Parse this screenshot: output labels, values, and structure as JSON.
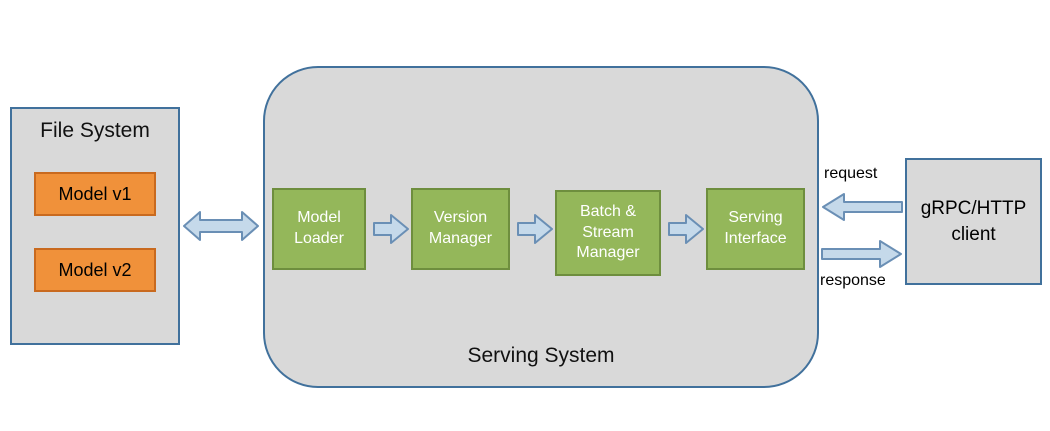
{
  "diagram": {
    "file_system": {
      "title": "File System",
      "models": [
        {
          "label": "Model v1"
        },
        {
          "label": "Model v2"
        }
      ]
    },
    "serving_system": {
      "title": "Serving System",
      "components": [
        {
          "label": "Model Loader"
        },
        {
          "label": "Version Manager"
        },
        {
          "label": "Batch & Stream Manager"
        },
        {
          "label": "Serving Interface"
        }
      ]
    },
    "client": {
      "label": "gRPC/HTTP client"
    },
    "flows": {
      "request_label": "request",
      "response_label": "response"
    },
    "colors": {
      "container_fill": "#d9d9d9",
      "container_border": "#41719c",
      "model_fill": "#f0913a",
      "model_border": "#c96a1f",
      "component_fill": "#94b75a",
      "component_border": "#6e8e3e",
      "arrow_fill": "#c5d9ea",
      "arrow_border": "#6a8fb5"
    }
  }
}
